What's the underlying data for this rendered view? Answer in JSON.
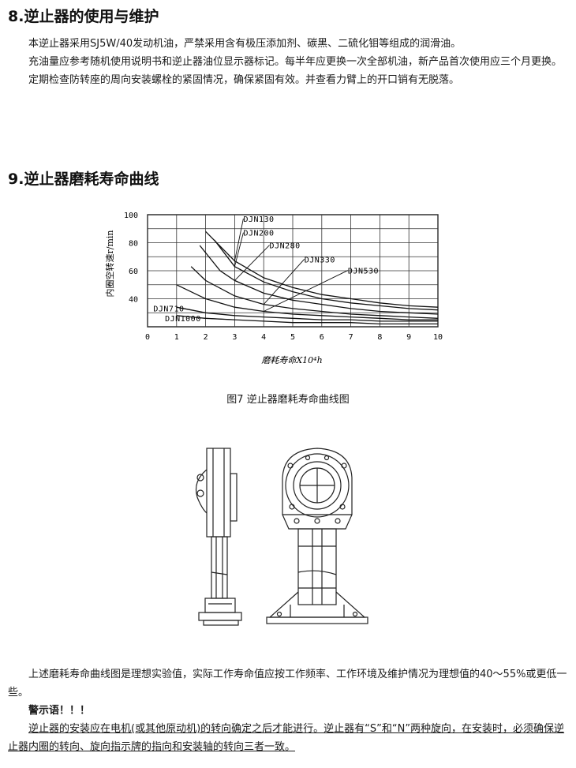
{
  "section8": {
    "heading": "8.逆止器的使用与维护",
    "paragraphs": [
      "本逆止器采用SJ5W/40发动机油，严禁采用含有极压添加剂、碳黑、二硫化钼等组成的润滑油。",
      "充油量应参考随机使用说明书和逆止器油位显示器标记。每半年应更换一次全部机油，新产品首次使用应三个月更换。",
      "定期检查防转座的周向安装螺栓的紧固情况，确保紧固有效。并查看力臂上的开口销有无脱落。"
    ]
  },
  "section9": {
    "heading": "9.逆止器磨耗寿命曲线",
    "caption": "图7  逆止器磨耗寿命曲线图"
  },
  "chart_data": {
    "type": "line",
    "title": "",
    "xlabel": "磨耗寿命X10⁴h",
    "ylabel": "内圈空转速r/min",
    "xlim": [
      0,
      10
    ],
    "ylim": [
      20,
      100
    ],
    "x_ticks": [
      "0",
      "1",
      "2",
      "3",
      "4",
      "5",
      "6",
      "7",
      "8",
      "9",
      "10"
    ],
    "y_ticks": [
      "40",
      "60",
      "80",
      "100"
    ],
    "grid": true,
    "series": [
      {
        "name": "DJN130",
        "x": [
          2.0,
          3.0,
          4.0,
          5.0,
          6.0,
          7.0,
          8.0,
          9.0,
          10.0
        ],
        "y": [
          88,
          67,
          55,
          48,
          43,
          40,
          37,
          35,
          34
        ]
      },
      {
        "name": "DJN200",
        "x": [
          2.3,
          3.0,
          4.0,
          5.0,
          6.0,
          7.0,
          8.0,
          9.0,
          10.0
        ],
        "y": [
          82,
          63,
          52,
          45,
          40,
          37,
          35,
          33,
          32
        ]
      },
      {
        "name": "DJN280",
        "x": [
          1.8,
          2.5,
          3.0,
          4.0,
          5.0,
          6.0,
          7.0,
          8.0,
          9.0,
          10.0
        ],
        "y": [
          78,
          60,
          53,
          44,
          39,
          36,
          33,
          31,
          30,
          29
        ]
      },
      {
        "name": "DJN330",
        "x": [
          1.5,
          2.0,
          3.0,
          4.0,
          5.0,
          6.0,
          7.0,
          8.0,
          9.0,
          10.0
        ],
        "y": [
          63,
          53,
          42,
          36,
          33,
          31,
          29,
          28,
          27,
          26
        ]
      },
      {
        "name": "DJN530",
        "x": [
          1.0,
          2.0,
          3.0,
          4.0,
          5.0,
          6.0,
          7.0,
          8.0,
          9.0,
          10.0
        ],
        "y": [
          50,
          40,
          34,
          31,
          29,
          28,
          27,
          26,
          25,
          25
        ]
      },
      {
        "name": "DJN710",
        "x": [
          1.0,
          2.0,
          3.0,
          4.0,
          5.0,
          6.0,
          7.0,
          8.0,
          9.0,
          10.0
        ],
        "y": [
          34,
          30,
          28,
          27,
          26,
          25,
          25,
          24,
          24,
          24
        ]
      },
      {
        "name": "DJN1000",
        "x": [
          1.0,
          2.0,
          3.0,
          4.0,
          5.0,
          6.0,
          7.0,
          8.0,
          9.0,
          10.0
        ],
        "y": [
          28,
          26,
          25,
          24,
          23,
          23,
          23,
          22,
          22,
          22
        ]
      }
    ]
  },
  "bottom": {
    "paragraph": "上述磨耗寿命曲线图是理想实验值，实际工作寿命值应按工作频率、工作环境及维护情况为理想值的40～55%或更低一些。",
    "warning_title": "警示语！！！",
    "warning_text": "逆止器的安装应在电机(或其他原动机)的转向确定之后才能进行。逆止器有“S”和“N”两种旋向，在安装时，必须确保逆止器内圈的转向、旋向指示牌的指向和安装轴的转向三者一致。"
  }
}
